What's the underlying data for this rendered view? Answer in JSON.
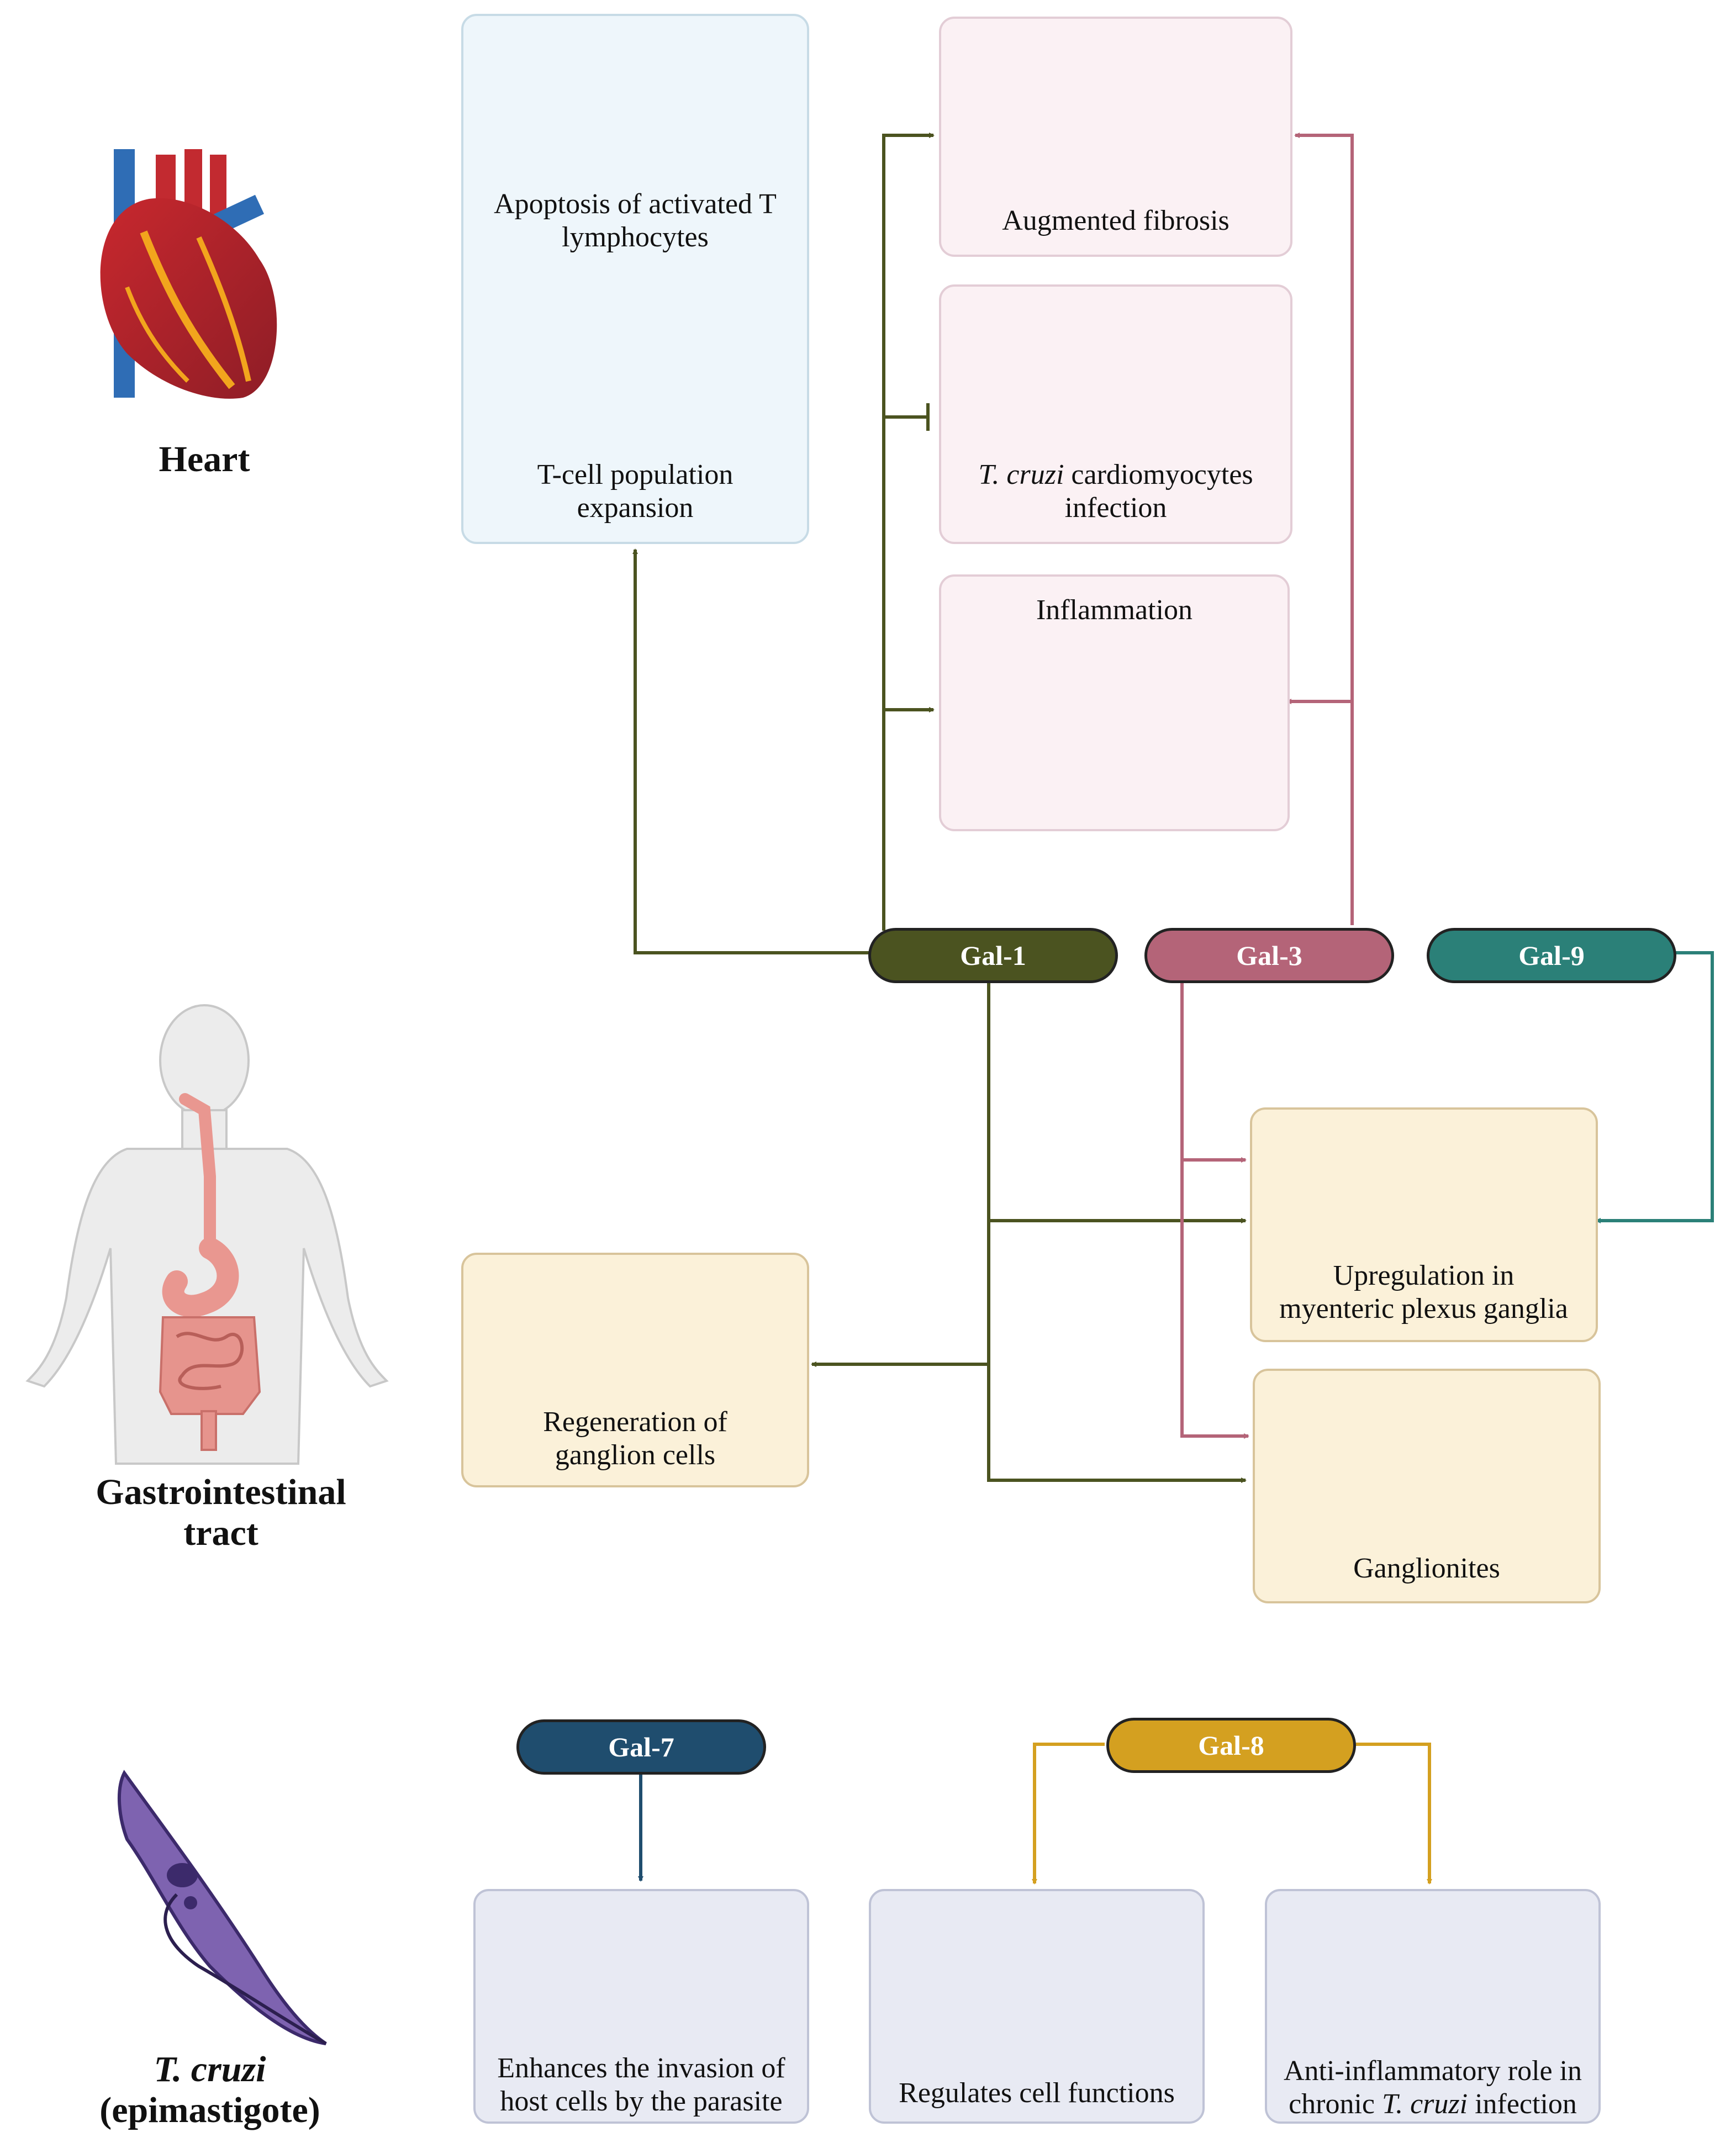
{
  "colors": {
    "gal1": "#4b5320",
    "gal3": "#b46478",
    "gal9": "#2b8078",
    "gal7": "#1f4d6e",
    "gal8": "#d4a020"
  },
  "side_labels": {
    "heart": "Heart",
    "gi_line1": "Gastrointestinal",
    "gi_line2": "tract",
    "tcruzi_italic": "T. cruzi",
    "tcruzi_sub": "(epimastigote)"
  },
  "galectins": {
    "gal1": "Gal-1",
    "gal3": "Gal-3",
    "gal9": "Gal-9",
    "gal7": "Gal-7",
    "gal8": "Gal-8"
  },
  "boxes": {
    "apoptosis": {
      "line1": "Apoptosis of activated T",
      "line2": "lymphocytes"
    },
    "tcell": {
      "line1": "T-cell population",
      "line2": "expansion"
    },
    "fibrosis": {
      "line1": "Augmented fibrosis"
    },
    "infection": {
      "italic": "T. cruzi",
      "rest": " cardiomyocytes",
      "line2": "infection"
    },
    "inflammation": {
      "line1": "Inflammation"
    },
    "upregulation": {
      "line1": "Upregulation in",
      "line2": "myenteric plexus ganglia"
    },
    "regeneration": {
      "line1": "Regeneration of",
      "line2": "ganglion cells"
    },
    "ganglionites": {
      "line1": "Ganglionites"
    },
    "invasion": {
      "line1": "Enhances the invasion of",
      "line2": "host cells by the parasite"
    },
    "regulates": {
      "line1": "Regulates cell functions"
    },
    "antiinflam": {
      "line1": "Anti-inflammatory role in",
      "line2_pre": "chronic ",
      "line2_italic": "T. cruzi",
      "line2_post": " infection"
    }
  }
}
